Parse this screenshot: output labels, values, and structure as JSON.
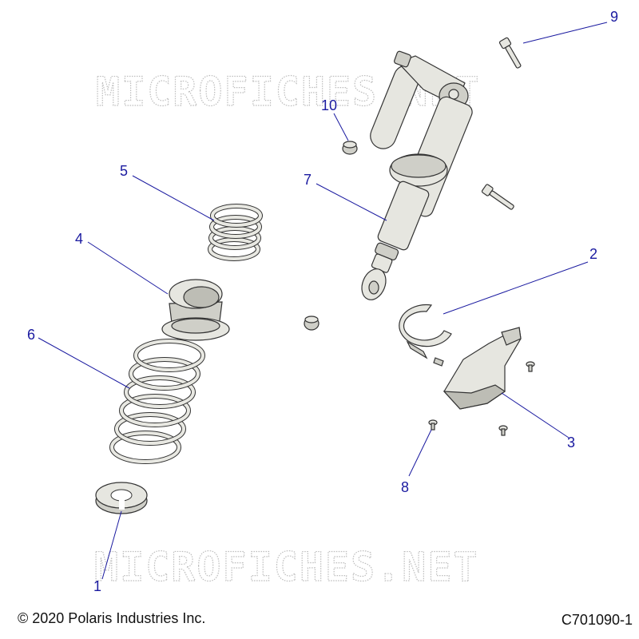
{
  "watermark": "MICROFICHES.NET",
  "callouts": [
    "1",
    "2",
    "3",
    "4",
    "5",
    "6",
    "7",
    "8",
    "9",
    "10"
  ],
  "footer": {
    "copyright": "© 2020 Polaris Industries Inc.",
    "drawing_number": "C701090-1"
  }
}
